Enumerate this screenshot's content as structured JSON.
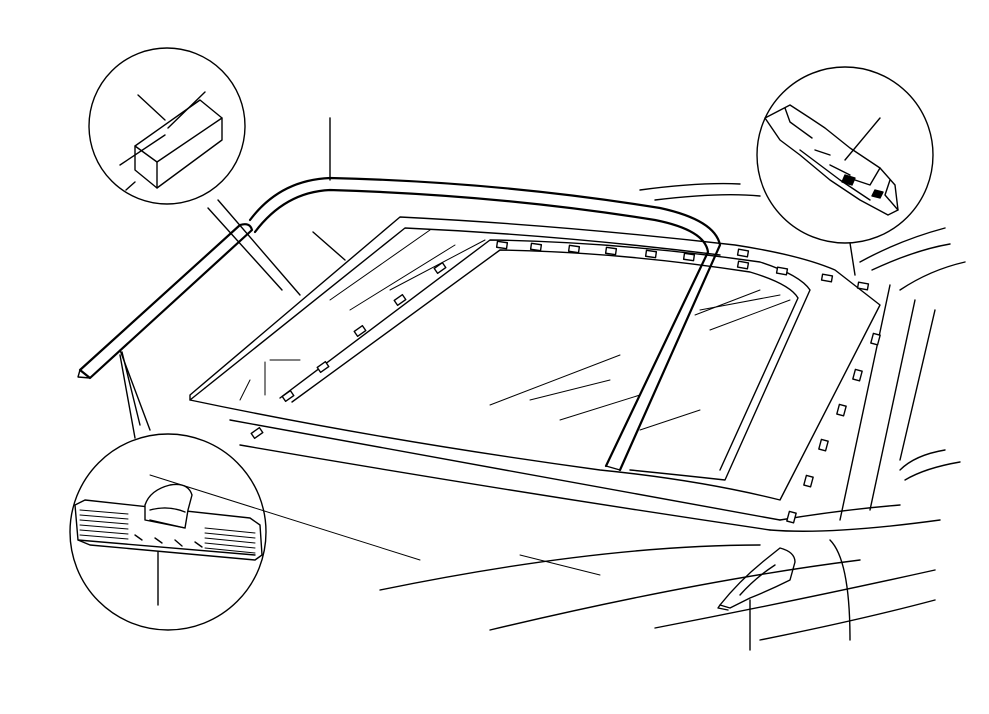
{
  "diagram": {
    "kind": "exploded-parts-illustration",
    "subject": "windshield-glass-and-moulding",
    "line_color": "#000000",
    "background": "#ffffff",
    "callouts": [
      {
        "id": "detail-block",
        "depicts": "spacer-block"
      },
      {
        "id": "detail-upper-clip",
        "depicts": "moulding-clip"
      },
      {
        "id": "detail-lower-clip",
        "depicts": "retaining-clip"
      }
    ]
  }
}
